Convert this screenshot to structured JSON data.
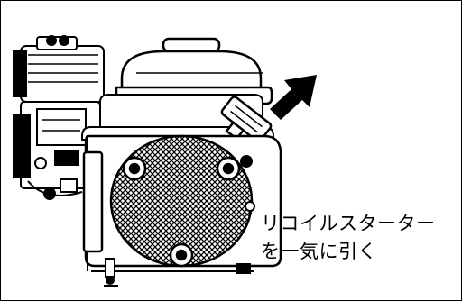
{
  "caption": {
    "line1": "リコイルスターター",
    "line2": "を一気に引く"
  },
  "figure": {
    "subject": "engine-illustration",
    "arrow": "pull-direction-arrow"
  },
  "colors": {
    "ink": "#000000",
    "paper": "#ffffff"
  }
}
